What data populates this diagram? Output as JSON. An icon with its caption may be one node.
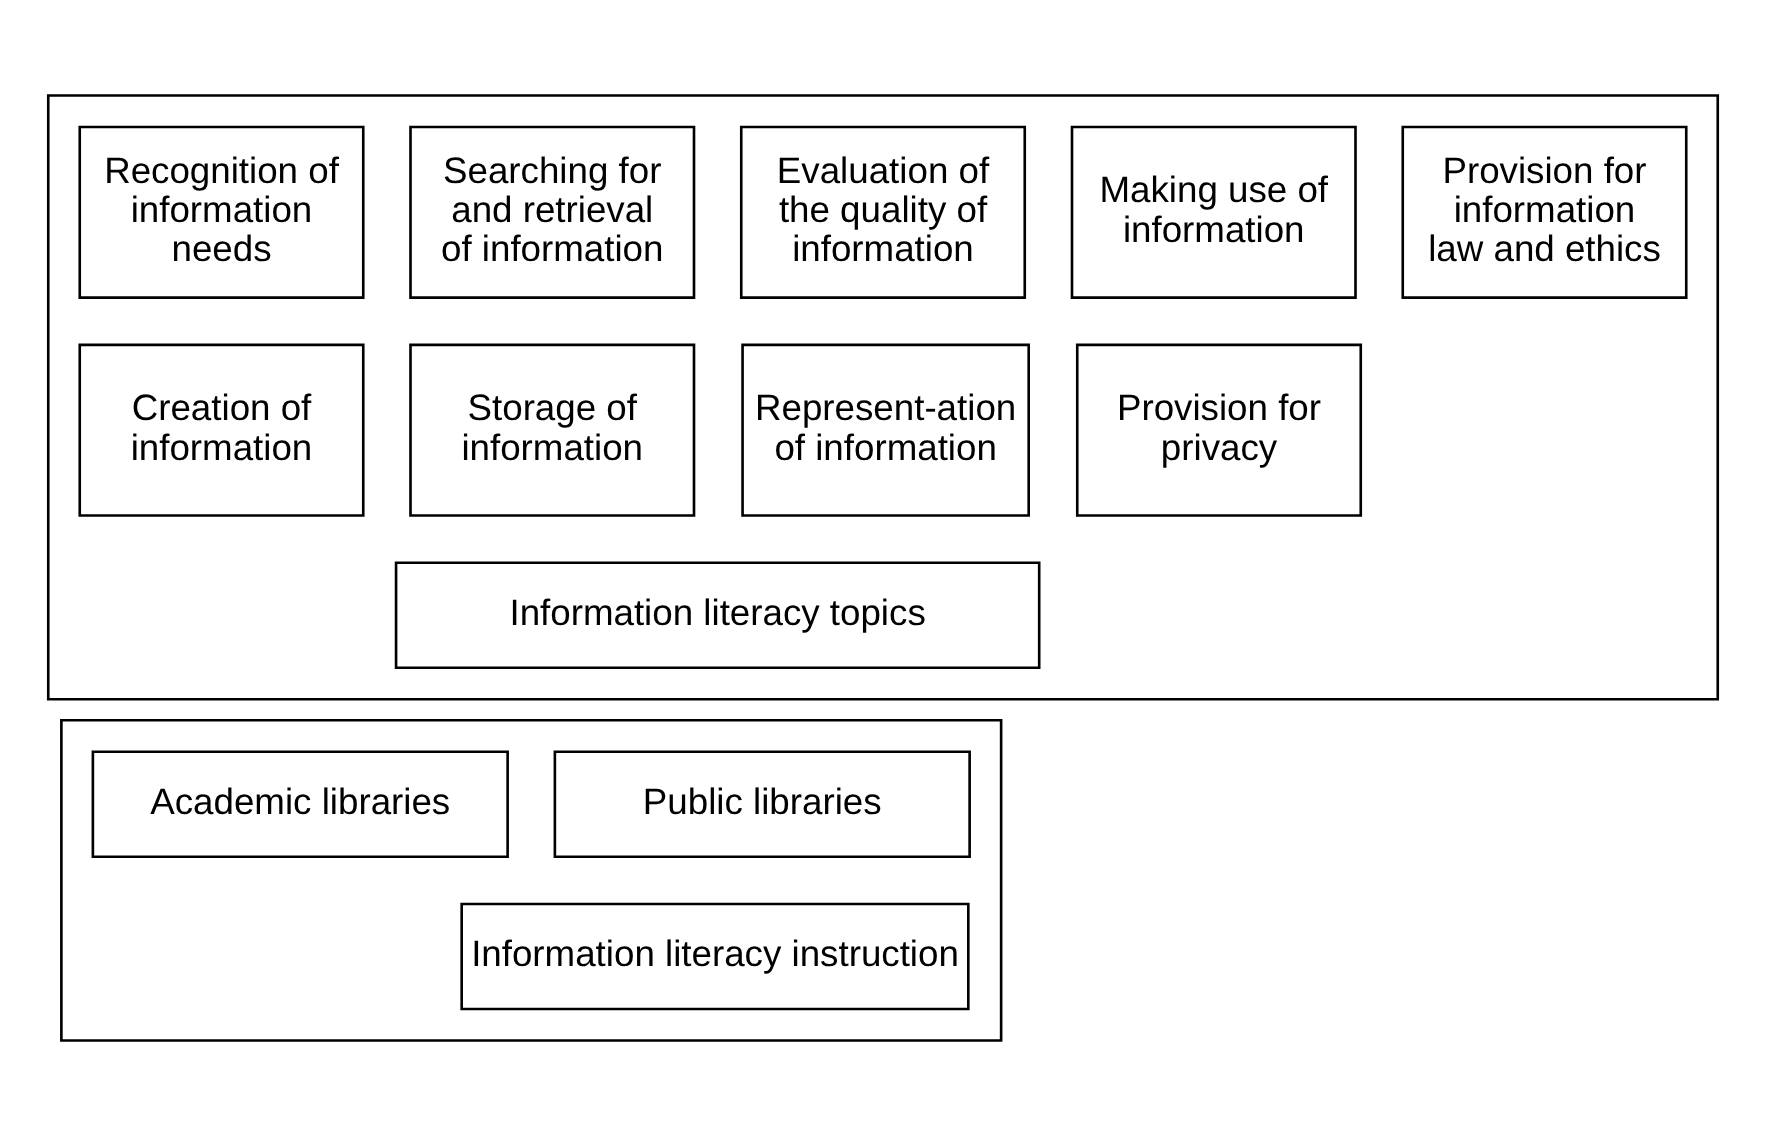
{
  "diagram": {
    "nodes": [
      {
        "text": [],
        "shape": "box"
      },
      {
        "text": [
          "Recognition of information needs"
        ],
        "in": 0
      },
      {
        "text": [
          "Searching for and retrieval of information"
        ],
        "in": 0
      },
      {
        "text": [
          "Evaluation of the quality of information"
        ],
        "in": 0
      },
      {
        "text": [
          "Making use of information"
        ],
        "in": 0
      },
      {
        "text": [
          "Provision for information law and ethics"
        ],
        "in": 0
      },
      {
        "text": [
          "Creation of information"
        ],
        "in": 0
      },
      {
        "text": [
          "Storage of information"
        ],
        "in": 0
      },
      {
        "text": [
          "Represent-ation of information"
        ],
        "in": 0
      },
      {
        "text": [
          "Provision for privacy"
        ],
        "in": 0
      },
      {
        "text": [
          "Information literacy topics"
        ],
        "in": 0
      },
      {
        "text": [],
        "shape": "box"
      },
      {
        "text": [
          "Academic libraries"
        ],
        "in": 11
      },
      {
        "text": [
          "Public libraries"
        ],
        "in": 11
      },
      {
        "text": [
          "Information literacy instruction"
        ],
        "in": 11
      }
    ],
    "edges": []
  }
}
